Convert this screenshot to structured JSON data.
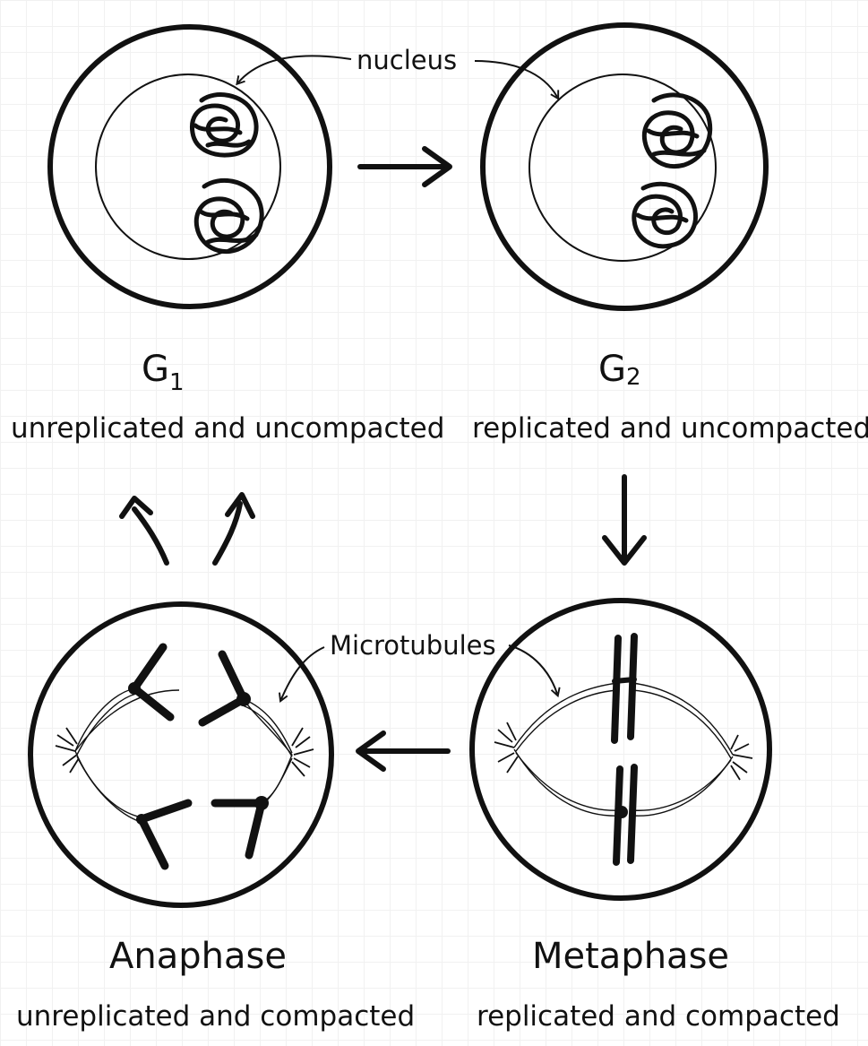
{
  "labels": {
    "nucleus": "nucleus",
    "microtubules": "Microtubules"
  },
  "stages": [
    {
      "id": "g1",
      "name": "G1",
      "name_main": "G",
      "name_sub": "1",
      "description": "unreplicated and uncompacted"
    },
    {
      "id": "g2",
      "name": "G2",
      "name_main": "G",
      "name_sub": "2",
      "description": "replicated and uncompacted"
    },
    {
      "id": "metaphase",
      "name": "Metaphase",
      "description": "replicated and compacted"
    },
    {
      "id": "anaphase",
      "name": "Anaphase",
      "description": "unreplicated and compacted"
    }
  ],
  "flow": [
    {
      "from": "G1",
      "to": "G2"
    },
    {
      "from": "G2",
      "to": "Metaphase"
    },
    {
      "from": "Metaphase",
      "to": "Anaphase"
    },
    {
      "from": "Anaphase",
      "to": "G1"
    }
  ],
  "colors": {
    "ink": "#111111",
    "background": "#ffffff",
    "grid": "#f1f1f1"
  }
}
